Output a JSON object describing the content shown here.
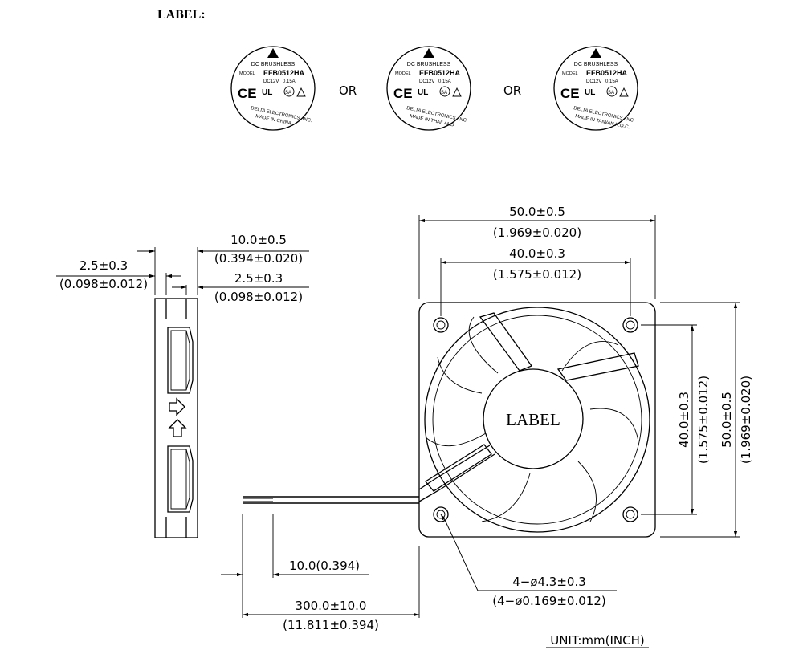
{
  "header": {
    "label_title": "LABEL:"
  },
  "labels": [
    {
      "line1": "DC  BRUSHLESS",
      "model_word": "MODEL",
      "model": "EFB0512HA",
      "rating_v": "DC12V",
      "rating_a": "0.15A",
      "company": "DELTA ELECTRONICS, INC.",
      "origin": "MADE IN CHINA"
    },
    {
      "line1": "DC  BRUSHLESS",
      "model_word": "MODEL",
      "model": "EFB0512HA",
      "rating_v": "DC12V",
      "rating_a": "0.15A",
      "company": "DELTA ELECTRONICS, INC.",
      "origin": "MADE IN THAILAND"
    },
    {
      "line1": "DC  BRUSHLESS",
      "model_word": "MODEL",
      "model": "EFB0512HA",
      "rating_v": "DC12V",
      "rating_a": "0.15A",
      "company": "DELTA ELECTRONICS, INC.",
      "origin": "MADE IN TAIWAN R.O.C."
    }
  ],
  "label_or": "OR",
  "marks": {
    "ce": "CE",
    "ul": "UL",
    "csa": "SA"
  },
  "side_view": {
    "thickness": "10.0±0.5",
    "thickness_in": "(0.394±0.020)",
    "left_flange": "2.5±0.3",
    "left_flange_in": "(0.098±0.012)",
    "right_flange": "2.5±0.3",
    "right_flange_in": "(0.098±0.012)"
  },
  "front_view": {
    "width": "50.0±0.5",
    "width_in": "(1.969±0.020)",
    "hole_spacing": "40.0±0.3",
    "hole_spacing_in": "(1.575±0.012)",
    "height": "50.0±0.5",
    "height_in": "(1.969±0.020)",
    "v_hole_spacing": "40.0±0.3",
    "v_hole_spacing_in": "(1.575±0.012)",
    "hub_label": "LABEL",
    "holes": "4−ø4.3±0.3",
    "holes_in": "(4−ø0.169±0.012)"
  },
  "leads": {
    "strip": "10.0(0.394)",
    "length": "300.0±10.0",
    "length_in": "(11.811±0.394)"
  },
  "unit": "UNIT:mm(INCH)"
}
